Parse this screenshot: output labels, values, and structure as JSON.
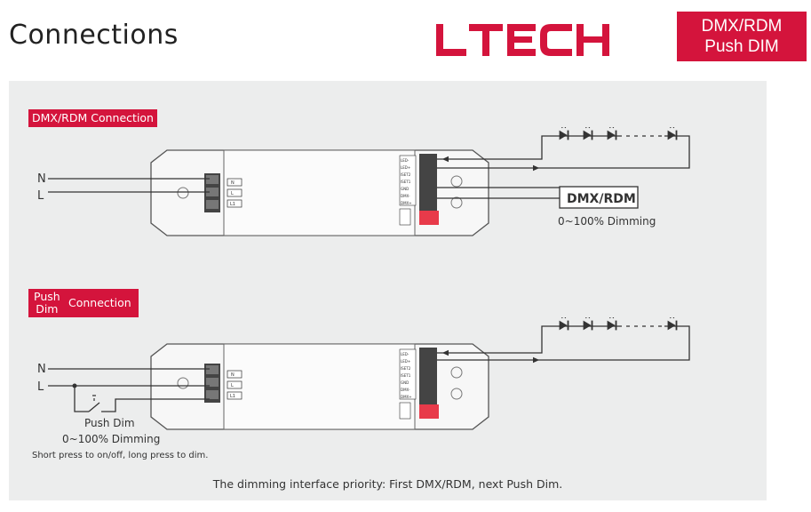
{
  "page_title": "Connections",
  "brand": {
    "logo_text": "LTECH",
    "accent_color": "#d4143c"
  },
  "badge": {
    "line1": "DMX/RDM",
    "line2": "Push DIM"
  },
  "diagram": {
    "section1": {
      "tag": "DMX/RDM Connection",
      "input_labels": [
        "N",
        "L"
      ],
      "ac_terminals": [
        "N",
        "L",
        "L1"
      ],
      "output_terminals": [
        "LED-",
        "LED+",
        "ISET2",
        "ISET1",
        "GND",
        "DMX-",
        "DMX+"
      ],
      "device_label": "DMX/RDM",
      "dimming_label": "0~100% Dimming"
    },
    "section2": {
      "tag_a_line1": "Push",
      "tag_a_line2": "Dim",
      "tag_b": "Connection",
      "input_labels": [
        "N",
        "L"
      ],
      "ac_terminals": [
        "N",
        "L",
        "L1"
      ],
      "output_terminals": [
        "LED-",
        "LED+",
        "ISET2",
        "ISET1",
        "GND",
        "DMX-",
        "DMX+"
      ],
      "push_dim_label": "Push Dim",
      "dimming_label": "0~100% Dimming",
      "note": "Short press to on/off, long press to dim."
    },
    "footer": "The dimming interface priority: First DMX/RDM, next Push Dim."
  }
}
